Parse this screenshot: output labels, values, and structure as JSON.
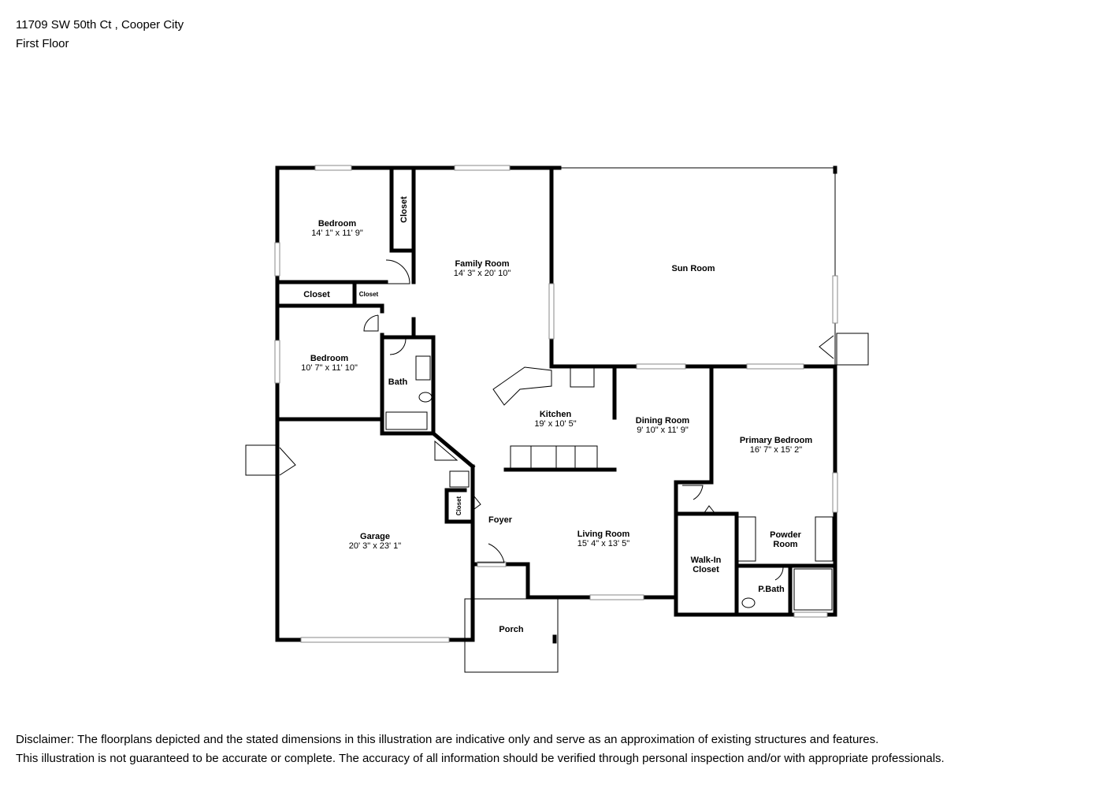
{
  "header": {
    "address": "11709 SW 50th Ct , Cooper City",
    "floor": "First Floor"
  },
  "rooms": {
    "bedroom1": {
      "name": "Bedroom",
      "dims": "14' 1\" x 11' 9\""
    },
    "closet_b1": {
      "name": "Closet"
    },
    "family_room": {
      "name": "Family Room",
      "dims": "14' 3\" x 20' 10\""
    },
    "sun_room": {
      "name": "Sun Room"
    },
    "closet_hall": {
      "name": "Closet"
    },
    "closet_small": {
      "name": "Closet"
    },
    "bedroom2": {
      "name": "Bedroom",
      "dims": "10' 7\" x 11' 10\""
    },
    "bath": {
      "name": "Bath"
    },
    "kitchen": {
      "name": "Kitchen",
      "dims": "19' x 10' 5\""
    },
    "dining_room": {
      "name": "Dining Room",
      "dims": "9' 10\" x 11' 9\""
    },
    "primary_bedroom": {
      "name": "Primary Bedroom",
      "dims": "16' 7\" x 15' 2\""
    },
    "garage": {
      "name": "Garage",
      "dims": "20' 3\" x 23' 1\""
    },
    "closet_foyer": {
      "name": "Closet"
    },
    "foyer": {
      "name": "Foyer"
    },
    "living_room": {
      "name": "Living Room",
      "dims": "15' 4\" x 13' 5\""
    },
    "walk_in_closet": {
      "name_line1": "Walk-In",
      "name_line2": "Closet"
    },
    "powder_room": {
      "name_line1": "Powder",
      "name_line2": "Room"
    },
    "p_bath": {
      "name": "P.Bath"
    },
    "porch": {
      "name": "Porch"
    }
  },
  "disclaimer": {
    "line1": "Disclaimer: The floorplans depicted and the stated dimensions in this illustration are indicative only and serve as an approximation of existing structures and features.",
    "line2": "This illustration is not guaranteed to be accurate or complete. The accuracy of all information should be verified through personal inspection and/or with appropriate professionals."
  }
}
